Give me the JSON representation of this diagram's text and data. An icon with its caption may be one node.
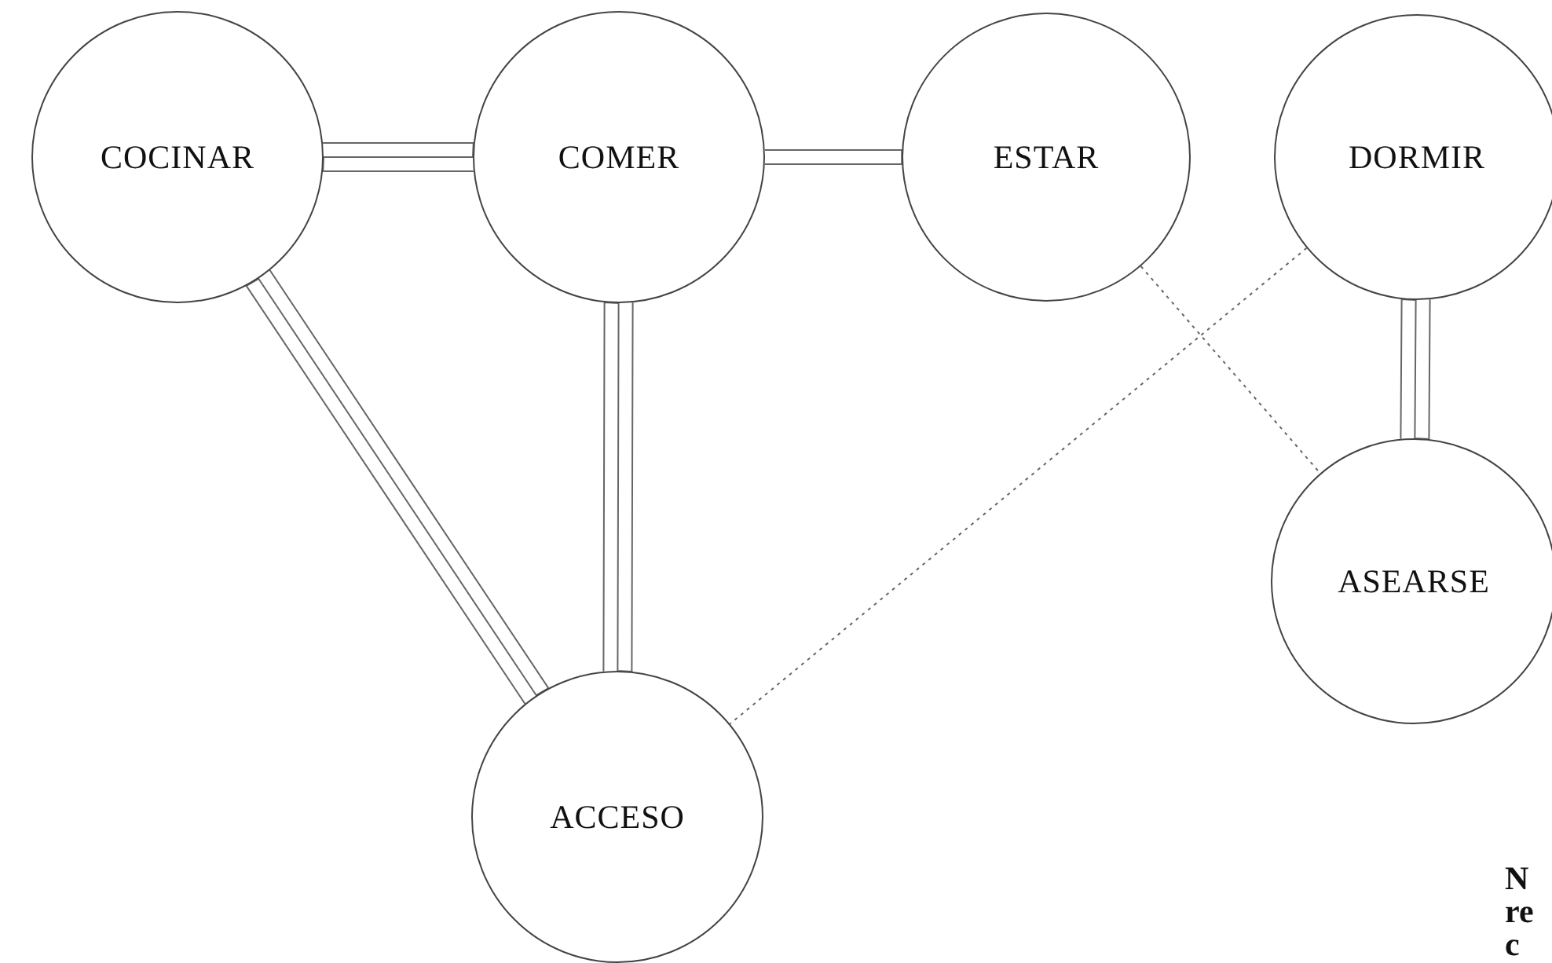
{
  "diagram": {
    "nodes": [
      {
        "text": [
          "COCINAR"
        ]
      },
      {
        "text": [
          "COMER"
        ]
      },
      {
        "text": [
          "ESTAR"
        ]
      },
      {
        "text": [
          "DORMIR"
        ]
      },
      {
        "text": [
          "ASEARSE"
        ]
      },
      {
        "text": [
          "ACCESO"
        ]
      }
    ],
    "edges": [
      {
        "from": 0,
        "to": 1,
        "arrow": "none"
      },
      {
        "from": 1,
        "to": 2,
        "arrow": "none"
      },
      {
        "from": 0,
        "to": 5,
        "arrow": "none"
      },
      {
        "from": 1,
        "to": 5,
        "arrow": "none"
      },
      {
        "from": 3,
        "to": 4,
        "arrow": "none"
      },
      {
        "from": 2,
        "to": 4,
        "arrow": "none",
        "style": "dashed"
      },
      {
        "from": 3,
        "to": 5,
        "arrow": "none",
        "style": "dashed"
      }
    ],
    "labels": [
      "N",
      "re",
      "c"
    ]
  }
}
